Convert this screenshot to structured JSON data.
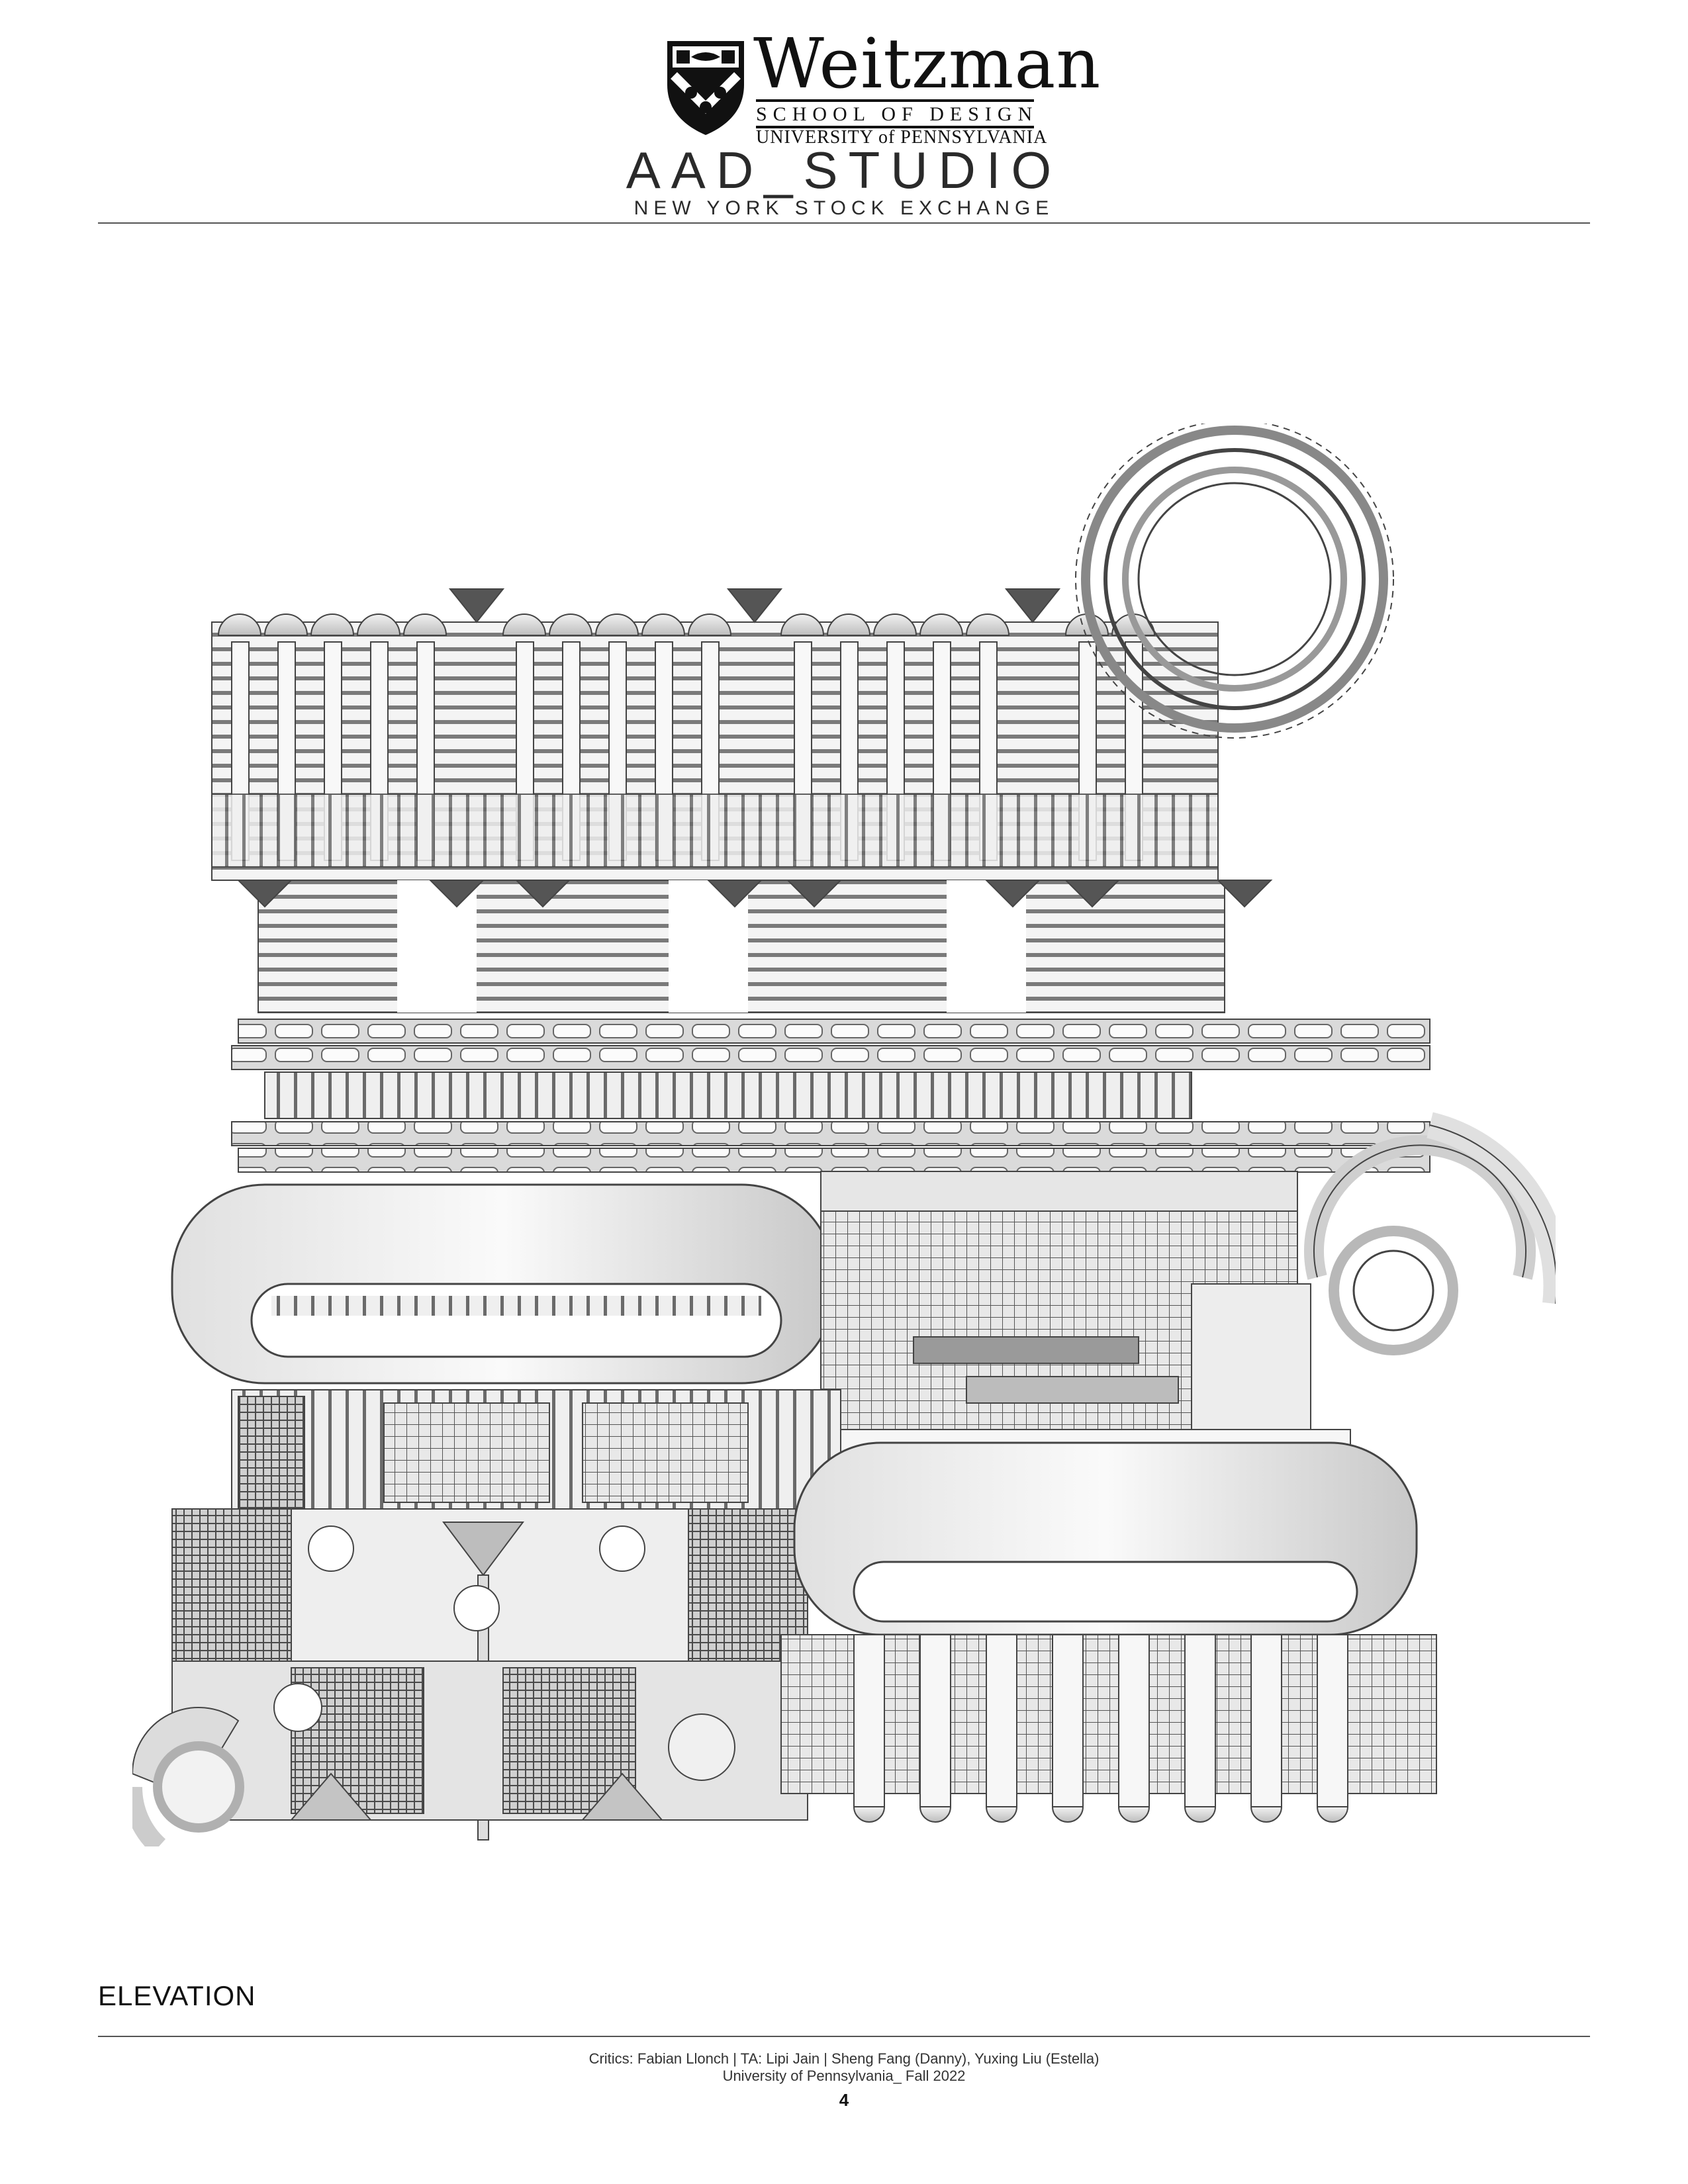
{
  "header": {
    "logo_word": "Weitzman",
    "logo_school": "SCHOOL OF DESIGN",
    "logo_university": "UNIVERSITY of PENNSYLVANIA",
    "studio": "AAD_STUDIO",
    "project": "NEW YORK STOCK EXCHANGE",
    "shield_icon": "penn-shield-icon"
  },
  "drawing": {
    "description_icon": "architectural-elevation-drawing"
  },
  "footer": {
    "caption": "ELEVATION",
    "credits_line1": "Critics: Fabian Llonch | TA: Lipi Jain | Sheng Fang (Danny), Yuxing Liu (Estella)",
    "credits_line2": "University of Pennsylvania_ Fall 2022",
    "page_number": "4"
  }
}
